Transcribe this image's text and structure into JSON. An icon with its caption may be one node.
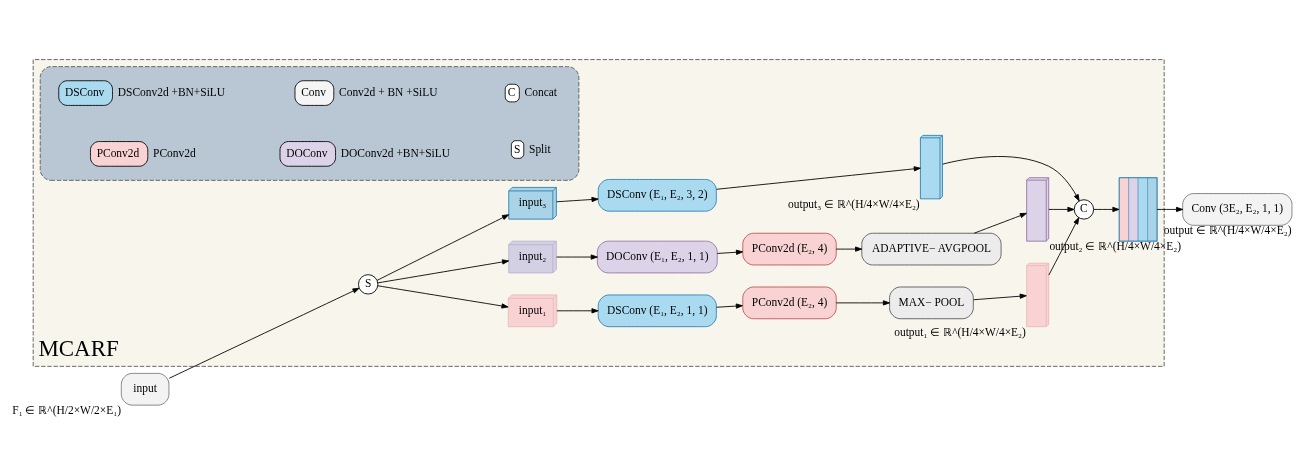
{
  "diagram": {
    "nodes": [
      {
        "text": [
          "MCARF"
        ]
      },
      {
        "text": [
          "input"
        ],
        "beside": [
          "F₁ ∈ ℝ^(H/2×W/2×E₁)"
        ]
      },
      {
        "text": [
          "S"
        ],
        "in": 0
      },
      {
        "text": [
          "input₁"
        ],
        "in": 0
      },
      {
        "text": [
          "DSConv (E₁, E₂, 1, 1)"
        ],
        "in": 0
      },
      {
        "text": [
          "PConv2d (E₂, 4)"
        ],
        "in": 0
      },
      {
        "text": [
          "MAX− POOL"
        ],
        "in": 0
      },
      {
        "text": [],
        "shape": "box",
        "in": 0,
        "beside": [
          "output₁ ∈ ℝ^(H/4×W/4×E₂)"
        ]
      },
      {
        "text": [
          "input₂"
        ],
        "in": 0
      },
      {
        "text": [
          "DOConv (E₁, E₂, 1, 1)"
        ],
        "in": 0
      },
      {
        "text": [
          "PConv2d (E₂, 4)"
        ],
        "in": 0
      },
      {
        "text": [
          "ADAPTIVE− AVGPOOL"
        ],
        "in": 0
      },
      {
        "text": [],
        "shape": "box",
        "in": 0,
        "beside": [
          "output₂ ∈ ℝ^(H/4×W/4×E₂)"
        ]
      },
      {
        "text": [
          "input₃"
        ],
        "in": 0
      },
      {
        "text": [
          "DSConv (E₁, E₂, 3, 2)"
        ],
        "in": 0
      },
      {
        "text": [],
        "shape": "box",
        "in": 0,
        "beside": [
          "output₃ ∈ ℝ^(H/4×W/4×E₂)"
        ]
      },
      {
        "text": [
          "C"
        ],
        "in": 0
      },
      {
        "text": [],
        "shape": "box",
        "in": 0
      },
      {
        "text": [
          "Conv (3E₂, E₂, 1, 1)"
        ],
        "beside": [
          "output ∈ ℝ^(H/4×W/4×E₂)"
        ]
      },
      {
        "text": [],
        "shape": "box",
        "in": 0
      }
    ],
    "edges": [
      {
        "from": 1,
        "to": 2,
        "arrow": "to"
      },
      {
        "from": 2,
        "to": 3,
        "arrow": "to"
      },
      {
        "from": 2,
        "to": 8,
        "arrow": "to"
      },
      {
        "from": 2,
        "to": 13,
        "arrow": "to"
      },
      {
        "from": 3,
        "to": 4,
        "arrow": "to"
      },
      {
        "from": 4,
        "to": 5,
        "arrow": "to"
      },
      {
        "from": 5,
        "to": 6,
        "arrow": "to"
      },
      {
        "from": 6,
        "to": 7,
        "arrow": "to"
      },
      {
        "from": 8,
        "to": 9,
        "arrow": "to"
      },
      {
        "from": 9,
        "to": 10,
        "arrow": "to"
      },
      {
        "from": 10,
        "to": 11,
        "arrow": "to"
      },
      {
        "from": 11,
        "to": 12,
        "arrow": "to"
      },
      {
        "from": 13,
        "to": 14,
        "arrow": "to"
      },
      {
        "from": 14,
        "to": 15,
        "arrow": "to"
      },
      {
        "from": 7,
        "to": 16,
        "arrow": "to"
      },
      {
        "from": 12,
        "to": 16,
        "arrow": "to"
      },
      {
        "from": 15,
        "to": 16,
        "arrow": "to"
      },
      {
        "from": 16,
        "to": 17,
        "arrow": "to"
      },
      {
        "from": 17,
        "to": 18,
        "arrow": "to"
      }
    ],
    "labels": [
      "PConv2d",
      "DOConv",
      "S",
      "DSConv",
      "Conv",
      "C"
    ],
    "legend": [
      {
        "text": "PConv2d",
        "color": "#f9d3d3"
      },
      {
        "text": "DOConv2d +BN+SiLU",
        "color": "#dcd3e8"
      },
      {
        "text": "Split"
      },
      {
        "text": "DSConv2d +BN+SiLU",
        "color": "#a9daf0"
      },
      {
        "text": "Conv2d + BN +SiLU",
        "color": "#f5f5f5"
      },
      {
        "text": "Concat"
      }
    ]
  }
}
